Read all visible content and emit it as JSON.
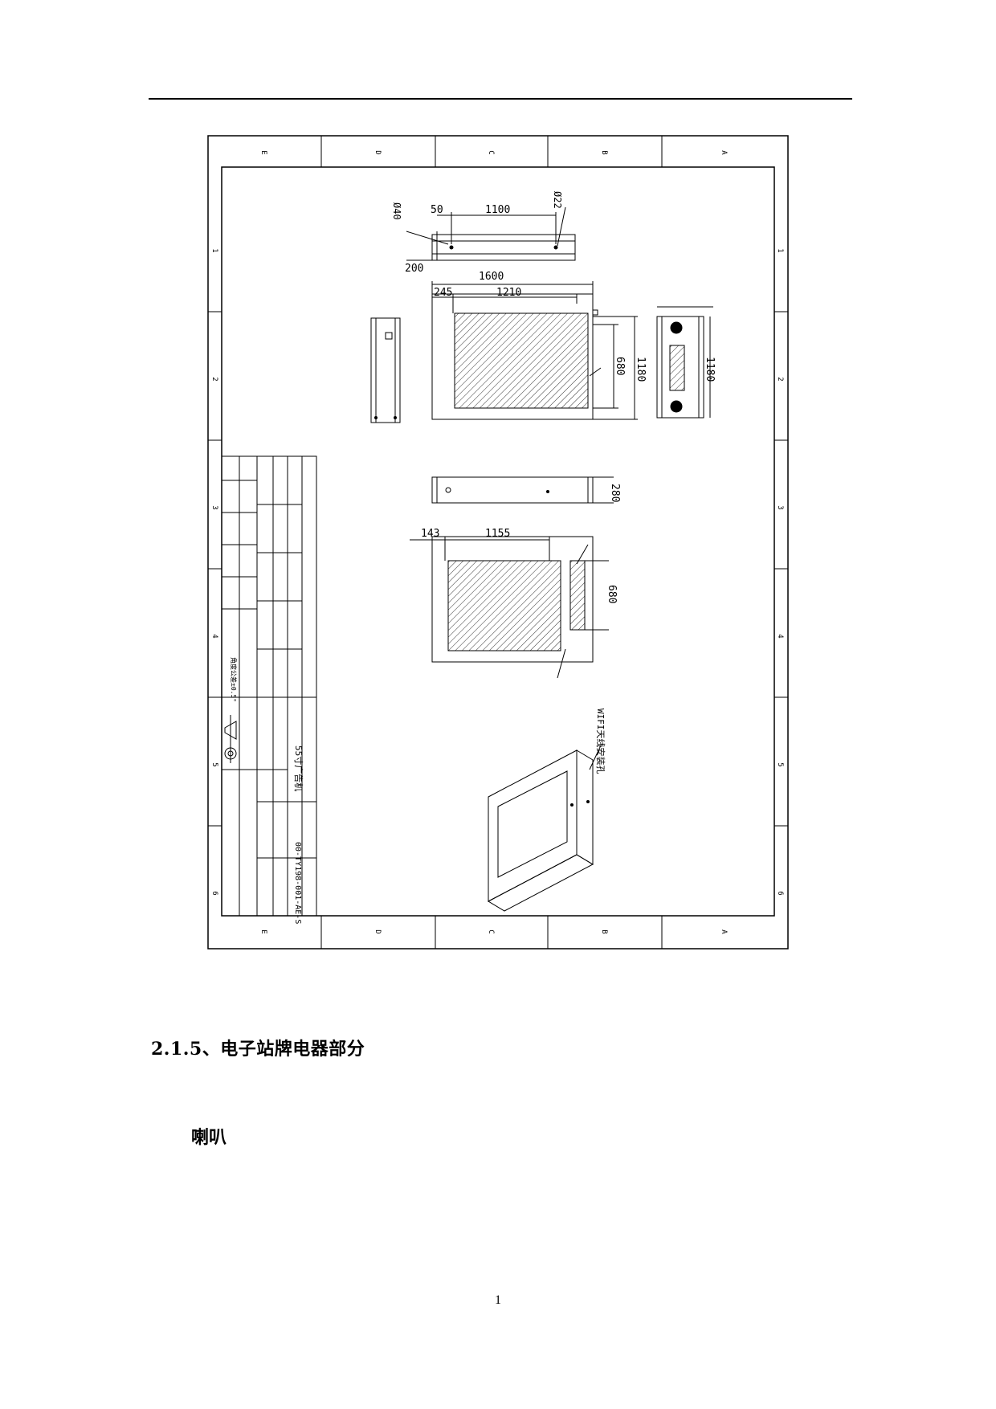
{
  "drawing": {
    "column_labels": [
      "E",
      "D",
      "C",
      "B",
      "A"
    ],
    "row_labels": [
      "1",
      "2",
      "3",
      "4",
      "5",
      "6"
    ],
    "dims": {
      "d40": "Ø40",
      "d22": "Ø22",
      "d50": "50",
      "d1100": "1100",
      "d200": "200",
      "d1600": "1600",
      "d245": "245",
      "d1210": "1210",
      "d680a": "680",
      "d1180a": "1180",
      "d1180b": "1180",
      "d280": "280",
      "d143": "143",
      "d1155": "1155",
      "d680b": "680"
    },
    "product_name": "55寸广告机",
    "drawing_number": "00-TY198-001-AE-S",
    "tolerance_text": "角度公差±0.5°",
    "wifi_label": "WIFI天线安装孔"
  },
  "section_heading": "2.1.5、电子站牌电器部分",
  "sub_heading": "喇叭",
  "page_number": "1"
}
